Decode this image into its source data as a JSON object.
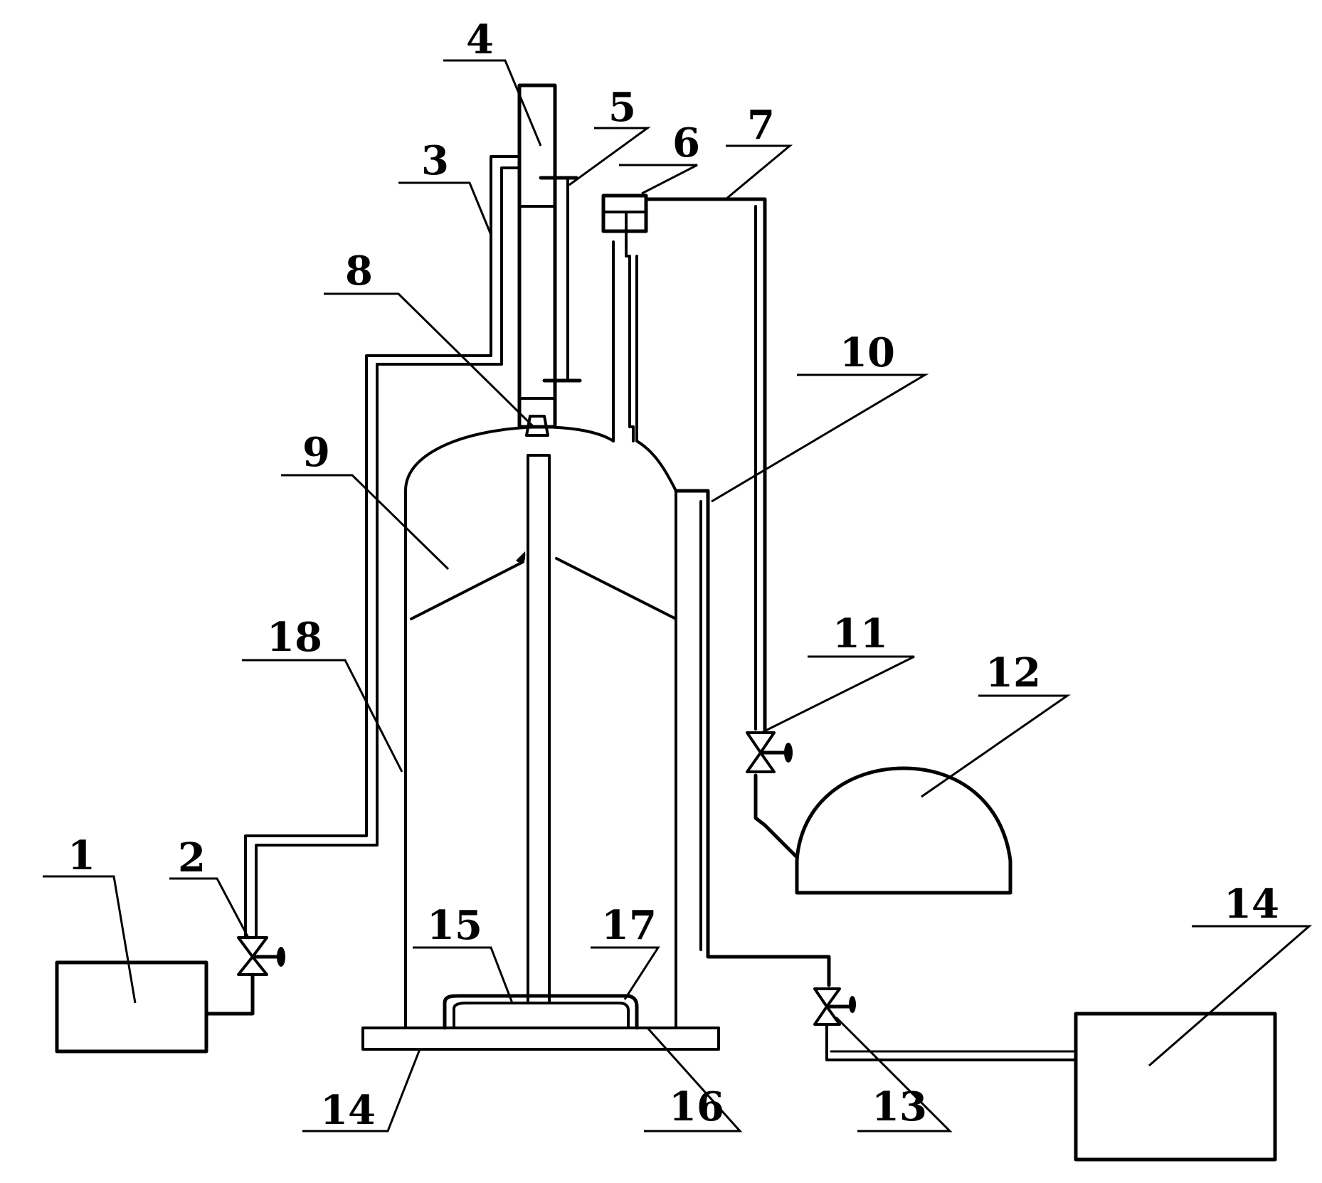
{
  "labels": {
    "l1": "1",
    "l2": "2",
    "l3": "3",
    "l4": "4",
    "l5": "5",
    "l6": "6",
    "l7": "7",
    "l8": "8",
    "l9": "9",
    "l10": "10",
    "l11": "11",
    "l12": "12",
    "l13": "13",
    "l14_left": "14",
    "l14_right": "14",
    "l15": "15",
    "l16": "16",
    "l17": "17",
    "l18": "18"
  }
}
